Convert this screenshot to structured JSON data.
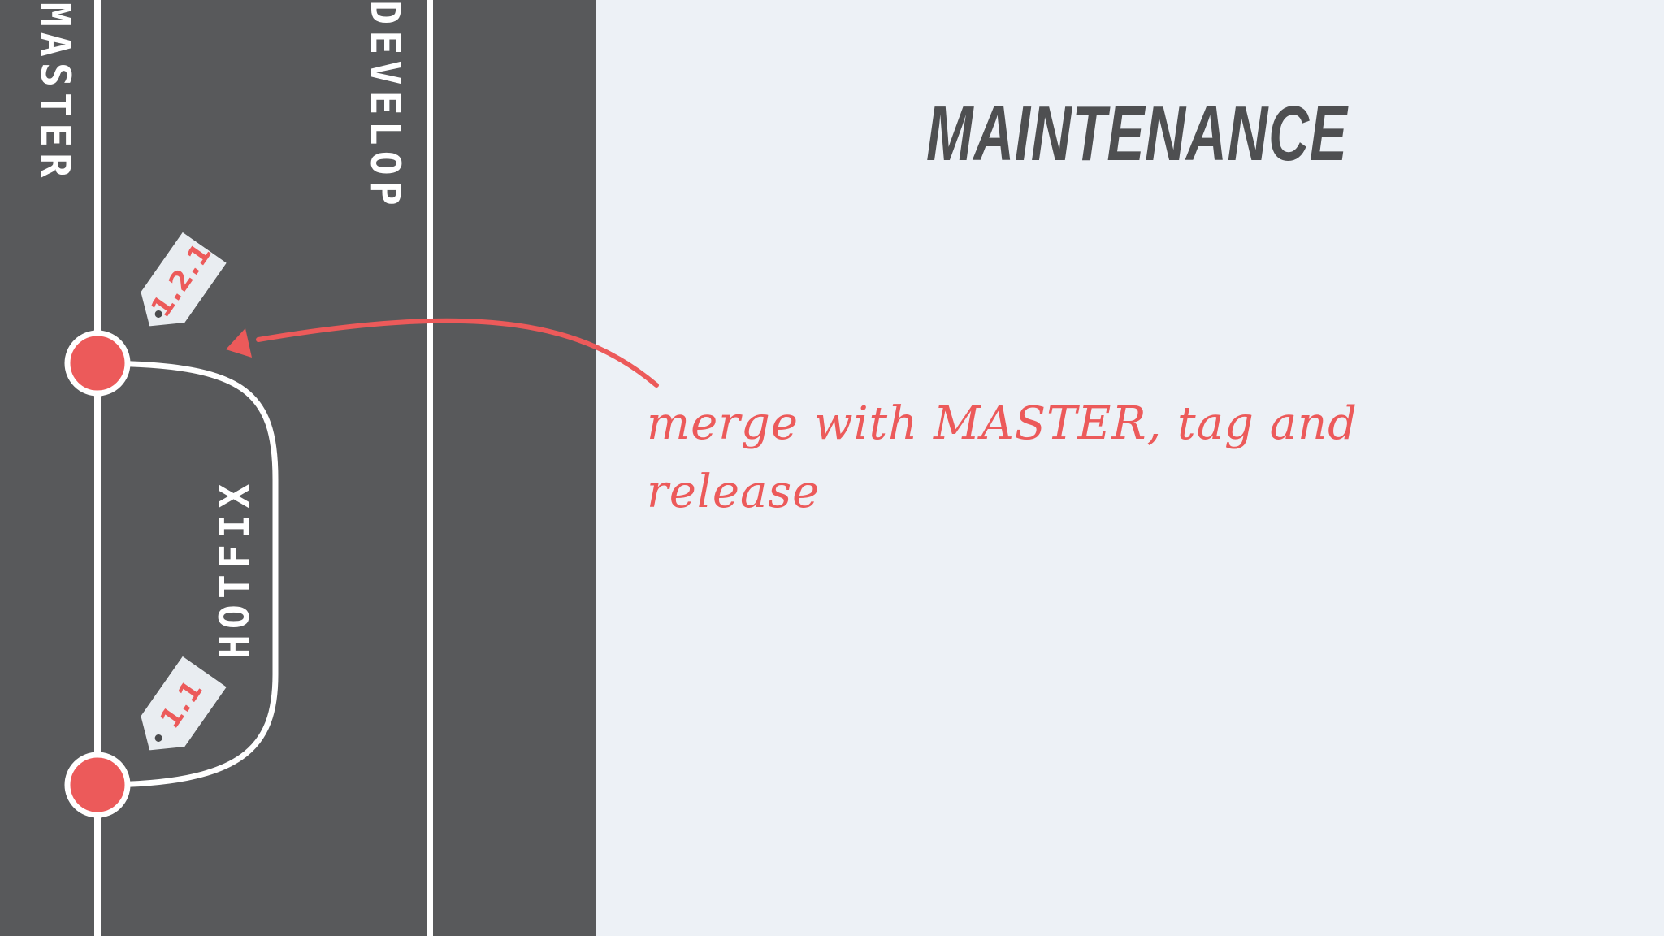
{
  "slide": {
    "title": "MAINTENANCE",
    "annotation": "merge with MASTER, tag and release"
  },
  "branches": {
    "master": "MASTER",
    "develop": "DEVELOP",
    "hotfix": "HOTFIX"
  },
  "tags": {
    "upper": "1.2.1",
    "lower": "1.1"
  },
  "colors": {
    "panel": "#58595b",
    "background": "#edf1f6",
    "accent": "#ec5a5a",
    "line": "#ffffff"
  }
}
